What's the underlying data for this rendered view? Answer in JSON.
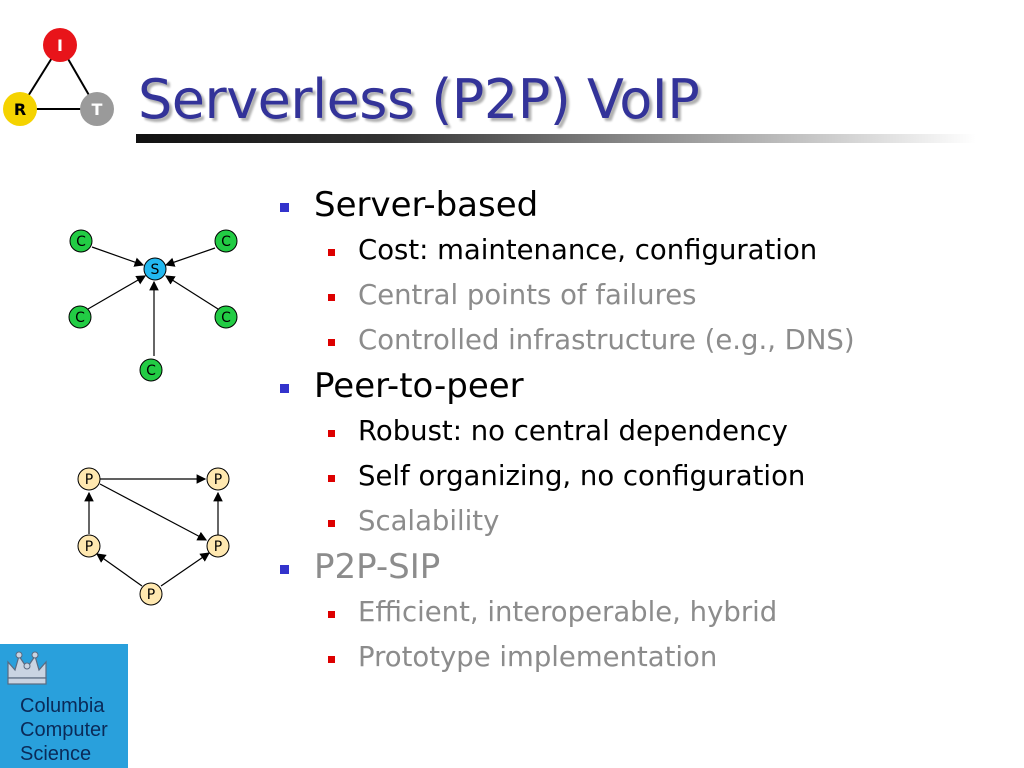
{
  "slide": {
    "title": "Serverless (P2P) VoIP"
  },
  "logo_triangle": {
    "top_node": "I",
    "left_node": "R",
    "right_node": "T",
    "colors": {
      "top": "#e8141a",
      "left": "#f5d300",
      "right": "#9a9a9a"
    }
  },
  "bullets": [
    {
      "text": "Server-based",
      "style": "black",
      "sub": [
        {
          "text": "Cost: maintenance, configuration",
          "style": "black"
        },
        {
          "text": "Central points of failures",
          "style": "gray"
        },
        {
          "text": "Controlled infrastructure (e.g., DNS)",
          "style": "gray"
        }
      ]
    },
    {
      "text": "Peer-to-peer",
      "style": "black",
      "sub": [
        {
          "text": "Robust: no central dependency",
          "style": "black"
        },
        {
          "text": "Self organizing, no configuration",
          "style": "black"
        },
        {
          "text": "Scalability",
          "style": "gray"
        }
      ]
    },
    {
      "text": "P2P-SIP",
      "style": "gray",
      "sub": [
        {
          "text": "Efficient, interoperable, hybrid",
          "style": "gray"
        },
        {
          "text": "Prototype implementation",
          "style": "gray"
        }
      ]
    }
  ],
  "client_server_diagram": {
    "server_label": "S",
    "client_label": "C",
    "server_color": "#22b8f0",
    "client_color": "#22cc44"
  },
  "p2p_diagram": {
    "peer_label": "P",
    "peer_color": "#ffe8b0"
  },
  "institution_logo": {
    "lines": [
      "Columbia",
      "Computer",
      "Science"
    ],
    "background": "#29a0dc",
    "icon": "crown-icon"
  }
}
